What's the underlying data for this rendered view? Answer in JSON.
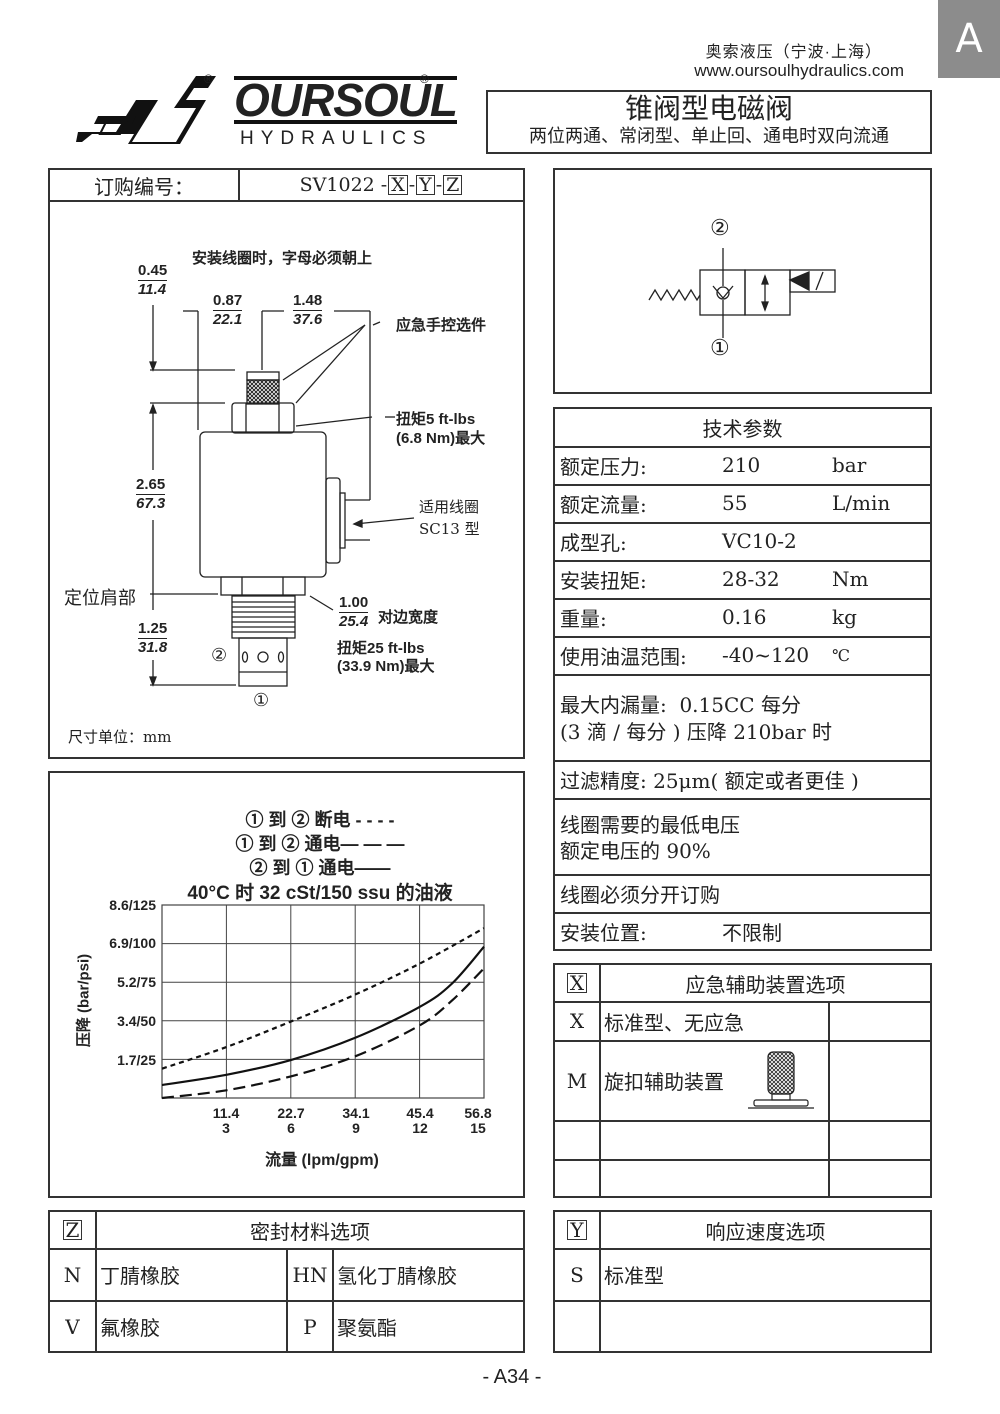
{
  "header": {
    "tab": "A",
    "company": "奥索液压（宁波·上海）",
    "website": "www.oursoulhydraulics.com",
    "brand": "OURSOUL",
    "brand_sub": "HYDRAULICS",
    "reg": "®"
  },
  "title": {
    "main": "锥阀型电磁阀",
    "subtitle": "两位两通、常闭型、单止回、通电时双向流通"
  },
  "order": {
    "label": "订购编号：",
    "prefix": "SV1022 -",
    "x": "X",
    "y": "Y",
    "z": "Z",
    "sep": "-"
  },
  "drawing": {
    "note": "安装线圈时，字母必须朝上",
    "dims": [
      {
        "in": "0.45",
        "mm": "11.4"
      },
      {
        "in": "0.87",
        "mm": "22.1"
      },
      {
        "in": "1.48",
        "mm": "37.6"
      },
      {
        "in": "2.65",
        "mm": "67.3"
      },
      {
        "in": "1.25",
        "mm": "31.8"
      },
      {
        "in": "1.00",
        "mm": "25.4"
      }
    ],
    "manual_option": "应急手控选件",
    "torque_top_1": "扭矩5 ft-lbs",
    "torque_top_2": "(6.8 Nm)最大",
    "coil_1": "适用线圈",
    "coil_2": "SC13 型",
    "shoulder": "定位肩部",
    "hex": "对边宽度",
    "torque_bot_1": "扭矩25 ft-lbs",
    "torque_bot_2": "(33.9 Nm)最大",
    "port2": "②",
    "port1": "①",
    "unit_note": "尺寸单位：mm"
  },
  "symbol": {
    "port2": "②",
    "port1": "①"
  },
  "specs": {
    "title": "技术参数",
    "rows": [
      {
        "label": "额定压力:",
        "value": "210",
        "unit": "bar"
      },
      {
        "label": "额定流量:",
        "value": "55",
        "unit": "L/min"
      },
      {
        "label": "成型孔:",
        "value": "VC10-2",
        "unit": ""
      },
      {
        "label": "安装扭矩:",
        "value": "28-32",
        "unit": "Nm"
      },
      {
        "label": "重量:",
        "value": "0.16",
        "unit": "kg"
      },
      {
        "label": "使用油温范围:",
        "value": "-40~120",
        "unit": "℃"
      }
    ],
    "leak_1": "最大内漏量:  0.15CC 每分",
    "leak_2": "(3 滴 / 每分 ) 压降 210bar 时",
    "filter": "过滤精度: 25μm( 额定或者更佳 )",
    "voltage_1": "线圈需要的最低电压",
    "voltage_2": "额定电压的 90%",
    "coil": "线圈必须分开订购",
    "install_label": "安装位置:",
    "install_value": "不限制"
  },
  "option_x": {
    "code": "X",
    "title": "应急辅助装置选项",
    "rows": [
      {
        "code": "X",
        "label": "标准型、无应急"
      },
      {
        "code": "M",
        "label": "旋扣辅助装置"
      }
    ]
  },
  "option_z": {
    "code": "Z",
    "title": "密封材料选项",
    "rows": [
      {
        "code": "N",
        "label": "丁腈橡胶",
        "code2": "HN",
        "label2": "氢化丁腈橡胶"
      },
      {
        "code": "V",
        "label": "氟橡胶",
        "code2": "P",
        "label2": "聚氨酯"
      }
    ]
  },
  "option_y": {
    "code": "Y",
    "title": "响应速度选项",
    "rows": [
      {
        "code": "S",
        "label": "标准型"
      }
    ]
  },
  "chart_data": {
    "type": "line",
    "legend": [
      "① 到 ② 断电 - - - -",
      "① 到 ② 通电— — —",
      "② 到 ① 通电——"
    ],
    "title": "40°C 时 32 cSt/150 ssu 的油液",
    "xlabel": "流量 (lpm/gpm)",
    "ylabel": "压降 (bar/psi)",
    "x_ticks_lpm": [
      "11.4",
      "22.7",
      "34.1",
      "45.4",
      "56.8"
    ],
    "x_ticks_gpm": [
      "3",
      "6",
      "9",
      "12",
      "15"
    ],
    "y_ticks": [
      "8.6/125",
      "6.9/100",
      "5.2/75",
      "3.4/50",
      "1.7/25"
    ],
    "xlim_gpm": [
      0,
      15
    ],
    "ylim_psi": [
      0,
      125
    ],
    "grid": true,
    "series": [
      {
        "name": "① 到 ② 断电",
        "style": "dotted",
        "x": [
          0,
          3,
          6,
          9,
          12,
          15
        ],
        "y": [
          19,
          33,
          49.5,
          67,
          87,
          110
        ]
      },
      {
        "name": "① 到 ② 通电",
        "style": "dashed",
        "x": [
          0,
          3,
          6,
          9,
          12,
          13.5,
          15
        ],
        "y": [
          0,
          5,
          14,
          27,
          47,
          63,
          84
        ]
      },
      {
        "name": "② 到 ① 通电",
        "style": "solid",
        "x": [
          0,
          3,
          6,
          9,
          12,
          13.5,
          15
        ],
        "y": [
          8.4,
          15,
          24.6,
          39,
          59,
          74,
          98
        ]
      }
    ]
  },
  "page_number": "- A34 -"
}
